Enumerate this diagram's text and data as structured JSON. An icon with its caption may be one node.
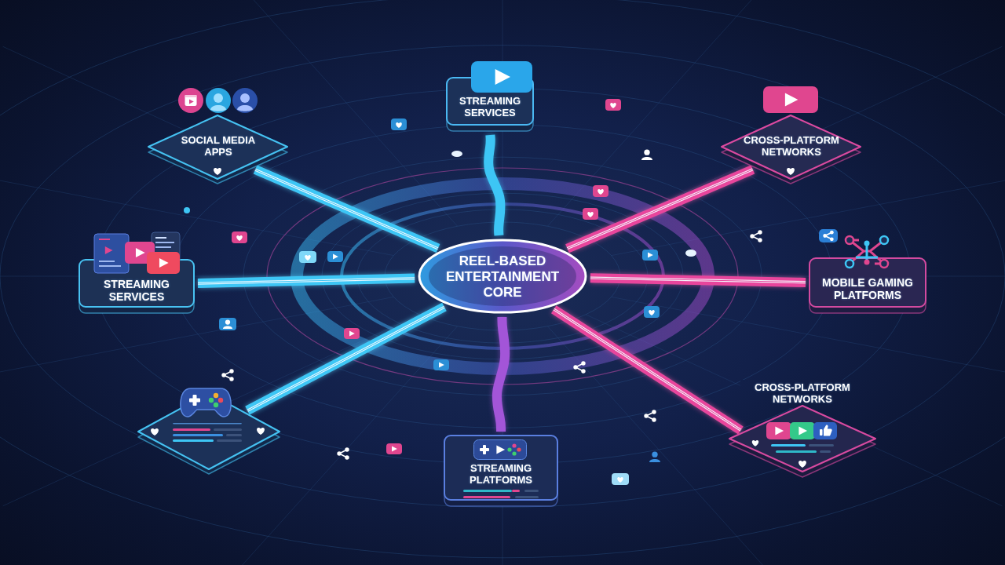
{
  "diagram": {
    "nodes": [
      {
        "text": [
          "STREAMING SERVICES"
        ]
      },
      {
        "text": [
          "SOCIAL MEDIA APPS"
        ]
      },
      {
        "text": [
          "CROSS-PLATFORM NETWORKS"
        ]
      },
      {
        "text": [
          "STREAMING SERVICES"
        ]
      },
      {
        "text": [
          "REEL-BASED ENTERTAINMENT CORE"
        ]
      },
      {
        "text": [
          "MOBILE GAMING PLATFORMS"
        ]
      },
      {
        "text": [],
        "shape": "diamond"
      },
      {
        "text": [
          "CROSS-PLATFORM NETWORKS"
        ]
      },
      {
        "text": [
          "STREAMING PLATFORMS"
        ]
      }
    ],
    "edges": [
      {
        "from": 4,
        "to": 0,
        "arrow": "none"
      },
      {
        "from": 4,
        "to": 1,
        "arrow": "none"
      },
      {
        "from": 4,
        "to": 2,
        "arrow": "none",
        "color": "#e8459c"
      },
      {
        "from": 4,
        "to": 3,
        "arrow": "none"
      },
      {
        "from": 4,
        "to": 5,
        "arrow": "none",
        "color": "#e8459c"
      },
      {
        "from": 4,
        "to": 6,
        "arrow": "none"
      },
      {
        "from": 4,
        "to": 7,
        "arrow": "none",
        "color": "#e8459c"
      },
      {
        "from": 4,
        "to": 8,
        "arrow": "none",
        "color": "#a355d8"
      }
    ]
  }
}
